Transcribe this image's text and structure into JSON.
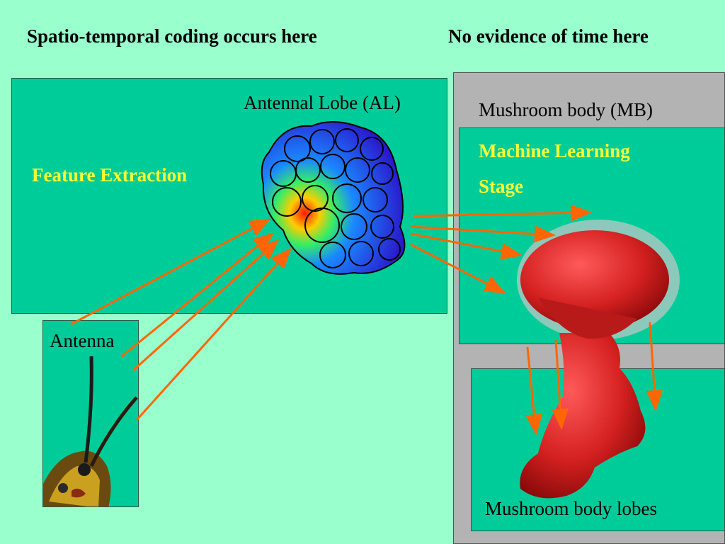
{
  "headings": {
    "left": "Spatio-temporal coding occurs here",
    "right": "No evidence of time  here"
  },
  "antennal_lobe": {
    "label": "Antennal Lobe (AL)",
    "stage_label": "Feature Extraction"
  },
  "mushroom_body": {
    "label": "Mushroom body (MB)",
    "stage_label_line1": "Machine Learning",
    "stage_label_line2": "Stage",
    "lobes_label": "Mushroom body lobes"
  },
  "antenna": {
    "label": "Antenna"
  },
  "colors": {
    "background": "#99ffcc",
    "panel": "#00cc99",
    "gray_panel": "#b3b3b3",
    "arrow": "#ff6600",
    "highlight_text": "#ffff33",
    "mushroom_red": "#d42020"
  }
}
